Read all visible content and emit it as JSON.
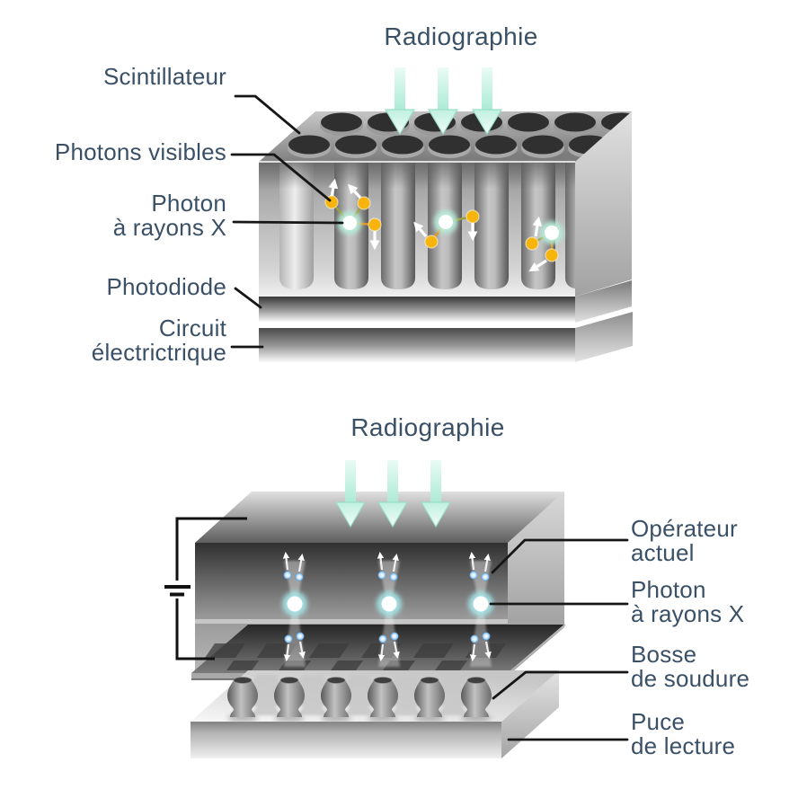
{
  "colors": {
    "label_text": "#3a5066",
    "leader_line": "#161616",
    "xray_beam": "#aeead7",
    "visible_photon_dot": "#f6b40c",
    "xray_photon_glow_top": "#b7edd9",
    "xray_photon_glow_bottom": "#a6e6e8",
    "charge_carrier_dot": "#4e9be0"
  },
  "figure_top": {
    "title": "Radiographie",
    "labels": {
      "scintillator": "Scintillateur",
      "visible_photons": "Photons visibles",
      "xray_photon_l1": "Photon",
      "xray_photon_l2": "à rayons X",
      "photodiode": "Photodiode",
      "circuit_l1": "Circuit",
      "circuit_l2": "électrictrique"
    }
  },
  "figure_bottom": {
    "title": "Radiographie",
    "labels": {
      "current_l1": "Opérateur",
      "current_l2": "actuel",
      "xray_photon_l1": "Photon",
      "xray_photon_l2": "à rayons X",
      "solder_bump_l1": "Bosse",
      "solder_bump_l2": "de soudure",
      "readout_chip_l1": "Puce",
      "readout_chip_l2": "de lecture"
    }
  }
}
